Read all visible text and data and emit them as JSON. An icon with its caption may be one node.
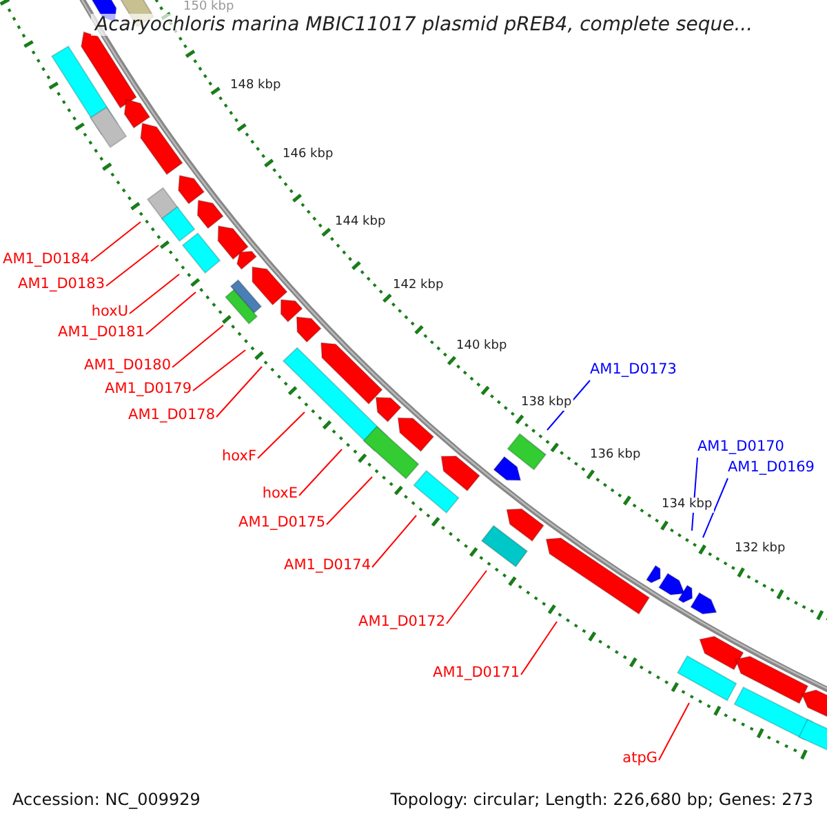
{
  "diagram": {
    "title": "Acaryochloris marina MBIC11017 plasmid pREB4, complete seque...",
    "nodes": [
      {
        "text": [
          "AM1_D0184"
        ]
      },
      {
        "text": [
          "AM1_D0183"
        ]
      },
      {
        "text": [
          "hoxU"
        ]
      },
      {
        "text": [
          "AM1_D0181"
        ]
      },
      {
        "text": [
          "AM1_D0180"
        ]
      },
      {
        "text": [
          "AM1_D0173"
        ]
      },
      {
        "text": [
          "AM1_D0179"
        ]
      },
      {
        "text": [
          "AM1_D0178"
        ]
      },
      {
        "text": [
          "AM1_D0170"
        ]
      },
      {
        "text": [
          "hoxF"
        ]
      },
      {
        "text": [
          "AM1_D0169"
        ]
      },
      {
        "text": [
          "hoxE"
        ]
      },
      {
        "text": [
          "AM1_D0175"
        ]
      },
      {
        "text": [
          "AM1_D0174"
        ]
      },
      {
        "text": [
          "AM1_D0172"
        ]
      },
      {
        "text": [
          "AM1_D0171"
        ]
      },
      {
        "text": [
          "atpG"
        ]
      }
    ],
    "edges": [
      {
        "from": 0,
        "to": null,
        "arrow": "none"
      },
      {
        "from": 1,
        "to": null,
        "arrow": "none"
      },
      {
        "from": 2,
        "to": null,
        "arrow": "none"
      },
      {
        "from": 3,
        "to": null,
        "arrow": "none"
      },
      {
        "from": 4,
        "to": null,
        "arrow": "none"
      },
      {
        "from": 5,
        "to": null,
        "arrow": "none",
        "color": "#0000ff"
      },
      {
        "from": 6,
        "to": null,
        "arrow": "none"
      },
      {
        "from": 7,
        "to": null,
        "arrow": "none"
      },
      {
        "from": 8,
        "to": null,
        "arrow": "none",
        "color": "#0000ff"
      },
      {
        "from": 9,
        "to": null,
        "arrow": "none"
      },
      {
        "from": 10,
        "to": null,
        "arrow": "none",
        "color": "#0000ff"
      },
      {
        "from": 11,
        "to": null,
        "arrow": "none"
      },
      {
        "from": 12,
        "to": null,
        "arrow": "none"
      },
      {
        "from": 13,
        "to": null,
        "arrow": "none"
      },
      {
        "from": 14,
        "to": null,
        "arrow": "none"
      },
      {
        "from": 15,
        "to": null,
        "arrow": "none"
      },
      {
        "from": 16,
        "to": null,
        "arrow": "none"
      }
    ],
    "labels": [
      "150 kbp",
      "148 kbp",
      "146 kbp",
      "144 kbp",
      "142 kbp",
      "140 kbp",
      "138 kbp",
      "136 kbp",
      "134 kbp",
      "132 kbp",
      "Accession: NC_009929",
      "Topology: circular; Length: 226,680 bp; Genes: 273"
    ]
  }
}
